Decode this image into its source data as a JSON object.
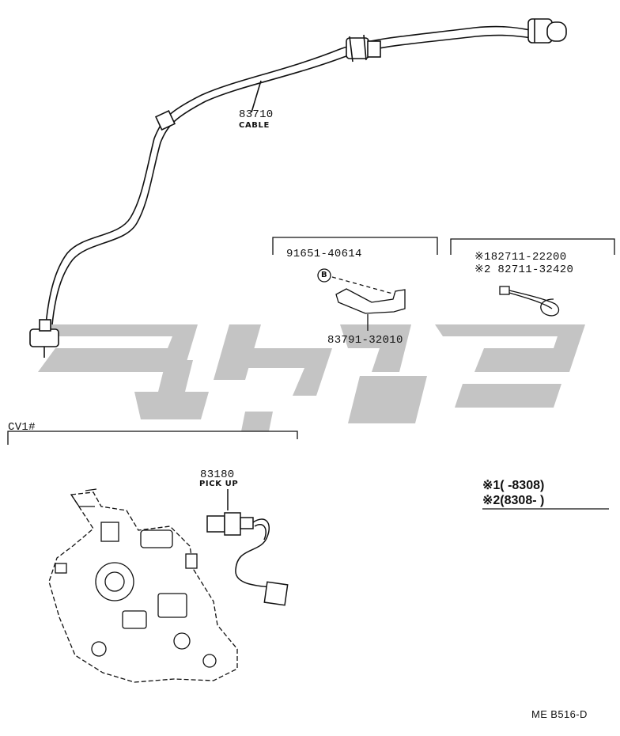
{
  "parts": {
    "cable": {
      "number": "83710",
      "name": "CABLE"
    },
    "bolt": {
      "number": "91651-40614",
      "marker": "B"
    },
    "bracket": {
      "number": "83791-32010"
    },
    "sensor_alt_1": {
      "number": "※182711-22200"
    },
    "sensor_alt_2": {
      "number": "※2 82711-32420"
    },
    "pickup": {
      "number": "83180",
      "name": "PICK UP"
    }
  },
  "section": {
    "label": "CV1#"
  },
  "notes": {
    "note1": "※1(      -8308)",
    "note2": "※2(8308-       )"
  },
  "footer": {
    "ref": "ME B516-D"
  },
  "colors": {
    "ink": "#111111",
    "watermark": "#c4c4c4"
  }
}
